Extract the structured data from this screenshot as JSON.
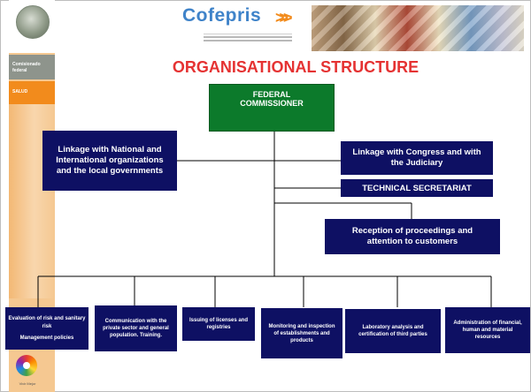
{
  "sidebar": {
    "tab_dark_label": "Comisionado federal",
    "tab_orange_label": "SALUD",
    "footer_caption": "Vivir Mejor"
  },
  "header": {
    "logo_text": "Cofepris",
    "logo_chevrons": ">>>",
    "title": "ORGANISATIONAL STRUCTURE"
  },
  "org": {
    "root": "FEDERAL COMMISSIONER",
    "left_linkage": "Linkage with National and International organizations and the local governments",
    "right_linkage": "Linkage with Congress and with the Judiciary",
    "technical_secretariat": "TECHNICAL SECRETARIAT",
    "reception": "Reception of proceedings and attention to customers",
    "branches": [
      {
        "label": "Evaluation of risk and sanitary risk",
        "label2": "Management policies"
      },
      {
        "label": "Communication with the private sector and general population. Training."
      },
      {
        "label": "Issuing of licenses and registries"
      },
      {
        "label": "Monitoring and inspection of establishments and products"
      },
      {
        "label": "Laboratory analysis and certification of third parties"
      },
      {
        "label": "Administration of financial, human and material resources"
      }
    ]
  },
  "colors": {
    "box_navy": "#0e1063",
    "root_green": "#0c7a2b",
    "title_red": "#e53232",
    "sidebar_orange": "#f28b1c"
  }
}
